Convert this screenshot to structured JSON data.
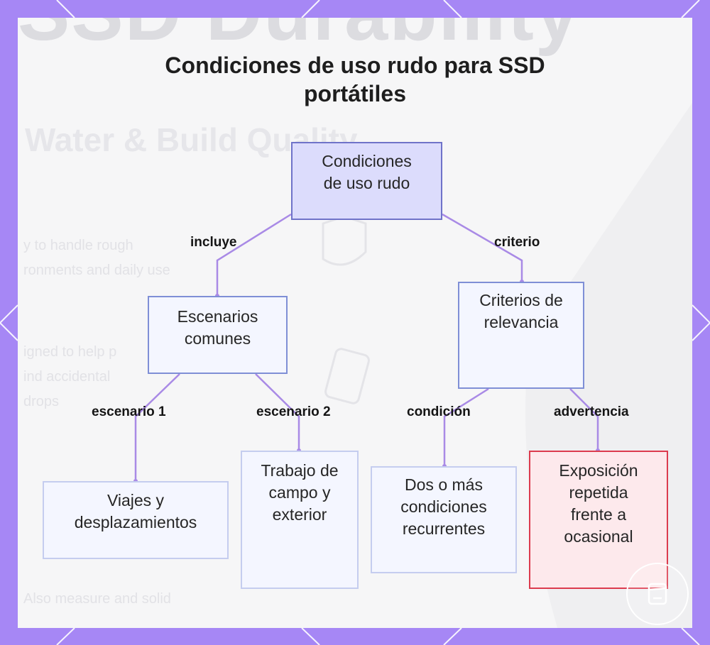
{
  "title": "Condiciones de uso rudo para SSD portátiles",
  "background_text": {
    "heading": "SSD Durability",
    "subheading": "Water & Build Quality",
    "lines": [
      "y to handle rough",
      "ronments and daily use",
      "igned to help p",
      "ind accidental",
      "drops",
      "Also measure and solid"
    ]
  },
  "colors": {
    "frame": "#a687f5",
    "edge": "#a98ae6",
    "root_fill": "#dcdcfc",
    "warn_border": "#dc3b4e"
  },
  "nodes": {
    "root": "Condiciones de uso rudo",
    "scenarios": "Escenarios comunes",
    "criteria": "Criterios de relevancia",
    "travel": "Viajes y desplazamientos",
    "fieldwork": "Trabajo de campo y exterior",
    "conditions": "Dos o más condiciones recurrentes",
    "exposure": "Exposición repetida frente a ocasional"
  },
  "edge_labels": {
    "includes": "incluye",
    "criterion": "criterio",
    "scenario1": "escenario 1",
    "scenario2": "escenario 2",
    "condition": "condición",
    "warning": "advertencia"
  },
  "badge_icon": "ssd-drive-icon"
}
